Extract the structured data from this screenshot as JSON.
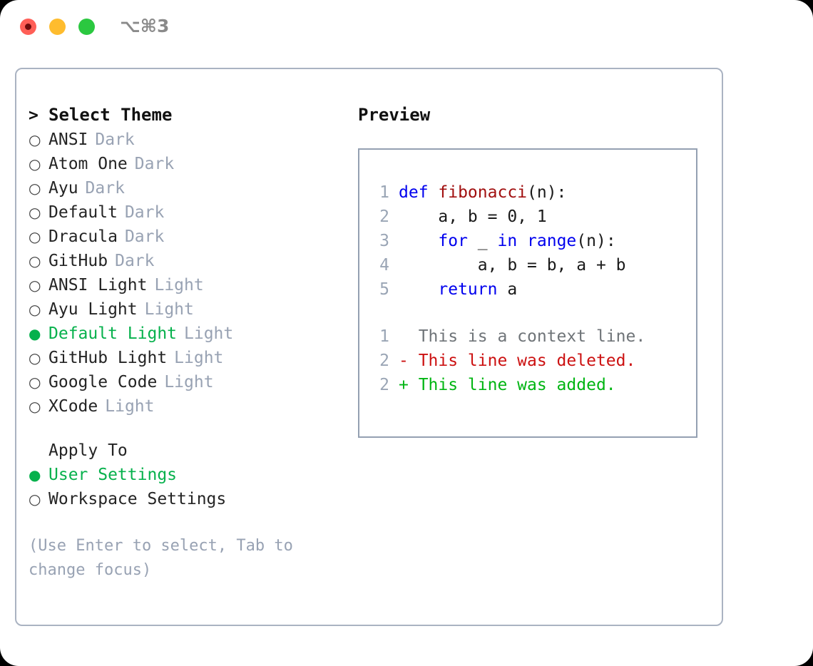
{
  "titlebar": {
    "lights": [
      "close-red",
      "minimize-yellow",
      "maximize-green"
    ],
    "shortcut": "⌥⌘3"
  },
  "theme_picker": {
    "heading_marker": ">",
    "heading": "Select Theme",
    "unselected_marker": "○",
    "selected_marker": "●",
    "items": [
      {
        "marker": "○",
        "label": "ANSI",
        "tag": "Dark",
        "selected": false
      },
      {
        "marker": "○",
        "label": "Atom One",
        "tag": "Dark",
        "selected": false
      },
      {
        "marker": "○",
        "label": "Ayu",
        "tag": "Dark",
        "selected": false
      },
      {
        "marker": "○",
        "label": "Default",
        "tag": "Dark",
        "selected": false
      },
      {
        "marker": "○",
        "label": "Dracula",
        "tag": "Dark",
        "selected": false
      },
      {
        "marker": "○",
        "label": "GitHub",
        "tag": "Dark",
        "selected": false
      },
      {
        "marker": "○",
        "label": "ANSI Light",
        "tag": "Light",
        "selected": false
      },
      {
        "marker": "○",
        "label": "Ayu Light",
        "tag": "Light",
        "selected": false
      },
      {
        "marker": "●",
        "label": "Default Light",
        "tag": "Light",
        "selected": true
      },
      {
        "marker": "○",
        "label": "GitHub Light",
        "tag": "Light",
        "selected": false
      },
      {
        "marker": "○",
        "label": "Google Code",
        "tag": "Light",
        "selected": false
      },
      {
        "marker": "○",
        "label": "XCode",
        "tag": "Light",
        "selected": false
      }
    ]
  },
  "apply_to": {
    "heading": "Apply To",
    "items": [
      {
        "marker": "●",
        "label": "User Settings",
        "selected": true
      },
      {
        "marker": "○",
        "label": "Workspace Settings",
        "selected": false
      }
    ]
  },
  "hint": "(Use Enter to select, Tab to change focus)",
  "preview": {
    "title": "Preview",
    "code_lines": [
      {
        "num": "1",
        "tokens": [
          {
            "t": "def ",
            "c": "kw"
          },
          {
            "t": "fibonacci",
            "c": "fn"
          },
          {
            "t": "(n):",
            "c": "code-text"
          }
        ]
      },
      {
        "num": "2",
        "tokens": [
          {
            "t": "    a, b = 0, 1",
            "c": "code-text"
          }
        ]
      },
      {
        "num": "3",
        "tokens": [
          {
            "t": "    ",
            "c": "code-text"
          },
          {
            "t": "for",
            "c": "kw"
          },
          {
            "t": " _ ",
            "c": "code-text"
          },
          {
            "t": "in",
            "c": "kw"
          },
          {
            "t": " ",
            "c": "code-text"
          },
          {
            "t": "range",
            "c": "kw"
          },
          {
            "t": "(n):",
            "c": "code-text"
          }
        ]
      },
      {
        "num": "4",
        "tokens": [
          {
            "t": "        a, b = b, a + b",
            "c": "code-text"
          }
        ]
      },
      {
        "num": "5",
        "tokens": [
          {
            "t": "    ",
            "c": "code-text"
          },
          {
            "t": "return",
            "c": "kw"
          },
          {
            "t": " a",
            "c": "code-text"
          }
        ]
      }
    ],
    "diff_lines": [
      {
        "num": "1",
        "text": "  This is a context line.",
        "kind": "ctx"
      },
      {
        "num": "2",
        "text": "- This line was deleted.",
        "kind": "del"
      },
      {
        "num": "2",
        "text": "+ This line was added.",
        "kind": "add"
      }
    ]
  },
  "colors": {
    "selected_green": "#06b14c",
    "muted_tag": "#98a2b3",
    "keyword_blue": "#0000ee",
    "function_red": "#a10f0f",
    "diff_delete": "#cc1111",
    "diff_add": "#00b512",
    "panel_border": "#aab3c2"
  }
}
